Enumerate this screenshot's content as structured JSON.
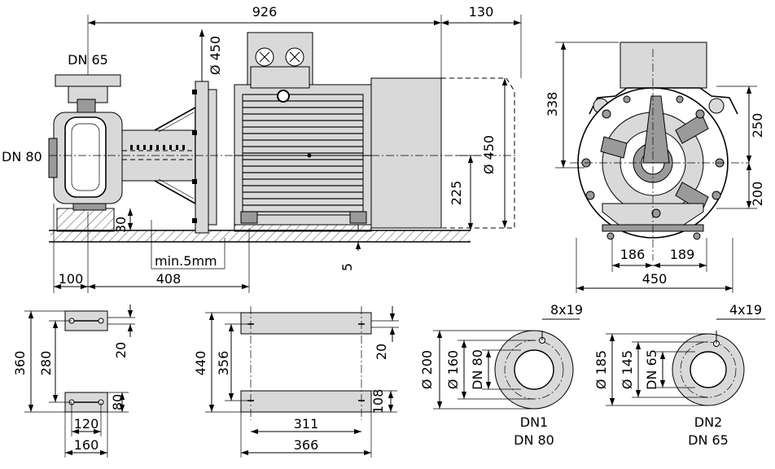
{
  "side_view": {
    "overall_length": "926",
    "motor_overhang": "130",
    "discharge_label": "DN 65",
    "suction_label": "DN 80",
    "flange_dia": "Ø 450",
    "motor_dia": "Ø 450",
    "shaft_height": "225",
    "base_height": "30",
    "clearance": "min.5mm",
    "gap": "5",
    "suction_offset": "100",
    "foot_distance": "408"
  },
  "end_view": {
    "overall_height": "338",
    "upper_height": "250",
    "lower_height": "200",
    "left_width": "186",
    "right_width": "189",
    "total_width": "450"
  },
  "pump_foot": {
    "outer_distance": "360",
    "inner_distance": "280",
    "slot_width": "20",
    "foot_depth": "80",
    "inner_width": "120",
    "outer_width": "160"
  },
  "motor_foot": {
    "outer_distance": "440",
    "inner_distance": "356",
    "slot_width": "20",
    "foot_depth": "108",
    "inner_width": "311",
    "outer_width": "366"
  },
  "flange_dn1": {
    "holes": "8x19",
    "outer_dia": "Ø 200",
    "bolt_circle": "Ø 160",
    "bore": "DN 80",
    "name": "DN1",
    "size": "DN 80"
  },
  "flange_dn2": {
    "holes": "4x19",
    "outer_dia": "Ø 185",
    "bolt_circle": "Ø 145",
    "bore": "DN 65",
    "name": "DN2",
    "size": "DN 65"
  }
}
